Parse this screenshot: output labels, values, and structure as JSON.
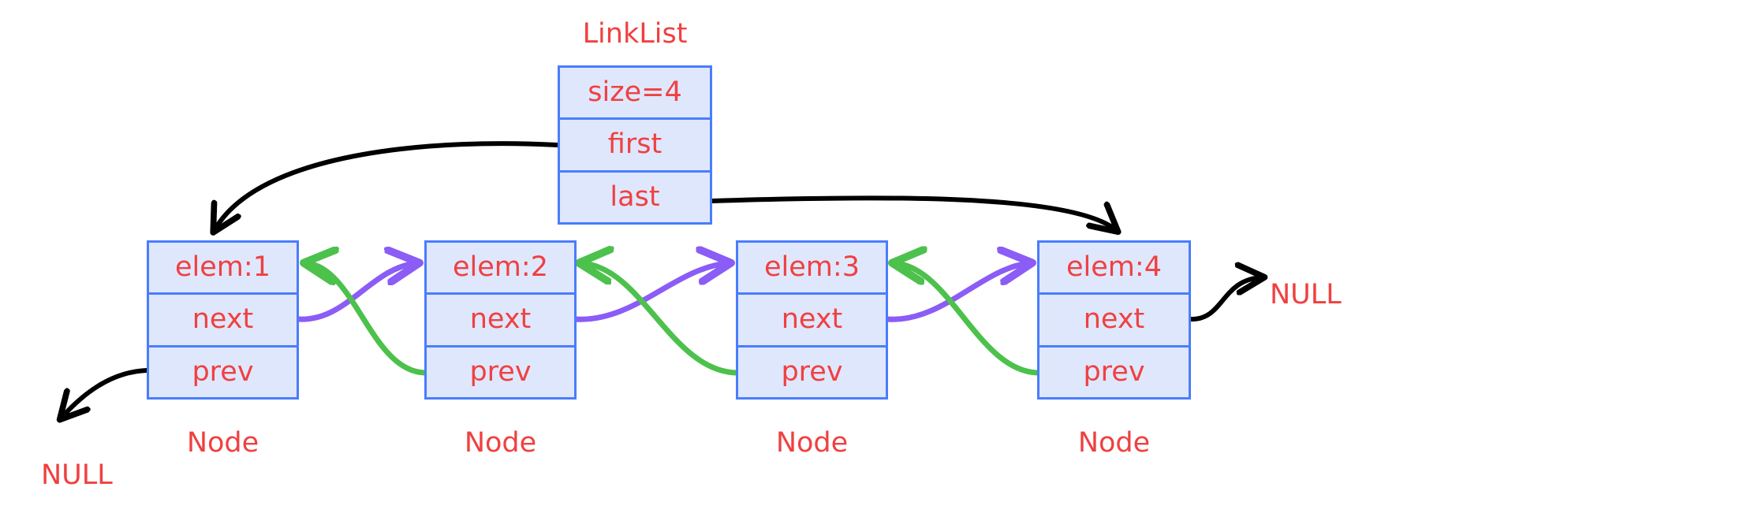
{
  "diagram": {
    "title_caption": "LinkList",
    "linklist": {
      "caption": "LinkList",
      "rows": [
        {
          "label": "size=4"
        },
        {
          "label": "first"
        },
        {
          "label": "last"
        }
      ]
    },
    "nodes": [
      {
        "caption": "Node",
        "rows": [
          {
            "label": "elem:1"
          },
          {
            "label": "next"
          },
          {
            "label": "prev"
          }
        ]
      },
      {
        "caption": "Node",
        "rows": [
          {
            "label": "elem:2"
          },
          {
            "label": "next"
          },
          {
            "label": "prev"
          }
        ]
      },
      {
        "caption": "Node",
        "rows": [
          {
            "label": "elem:3"
          },
          {
            "label": "next"
          },
          {
            "label": "prev"
          }
        ]
      },
      {
        "caption": "Node",
        "rows": [
          {
            "label": "elem:4"
          },
          {
            "label": "next"
          },
          {
            "label": "prev"
          }
        ]
      }
    ],
    "null_labels": {
      "head_prev": "NULL",
      "tail_next": "NULL"
    },
    "colors": {
      "box_fill": "#dfe7fd",
      "box_border": "#4a7dfc",
      "text": "#f04040",
      "next_arrow": "#8b5cf6",
      "prev_arrow": "#4cc14c",
      "pointer_arrow": "#000000",
      "background": "#ffffff"
    }
  }
}
